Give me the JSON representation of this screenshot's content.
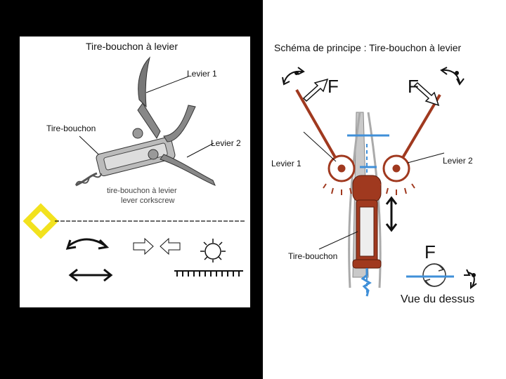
{
  "left": {
    "title": "Tire-bouchon à levier",
    "label_levier1": "Levier 1",
    "label_tirebouchon": "Tire-bouchon",
    "label_levier2": "Levier 2",
    "photo_caption_line1": "tire-bouchon",
    "photo_caption_line2": "à levier",
    "photo_caption_line3": "lever corkscrew"
  },
  "right": {
    "title": "Schéma de principe : Tire-bouchon à levier",
    "force_left": "F",
    "force_right": "F",
    "label_levier1": "Levier 1",
    "label_levier2": "Levier 2",
    "label_tirebouchon": "Tire-bouchon",
    "force_bottom": "F",
    "label_vue": "Vue du dessus"
  },
  "colors": {
    "lever": "#a0391f",
    "blue": "#3f8fd8",
    "badge": "#f2e21e"
  }
}
